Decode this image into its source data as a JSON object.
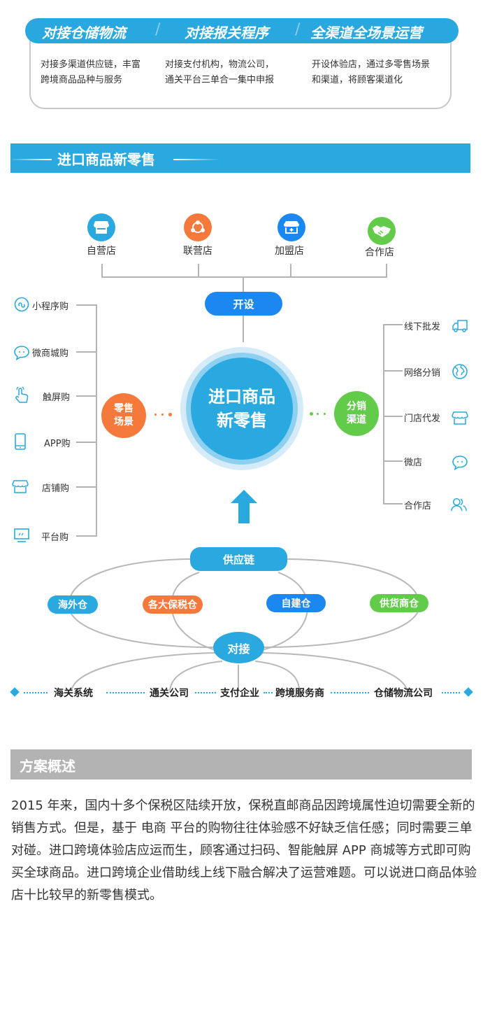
{
  "top_section": {
    "banner": [
      "对接仓储物流",
      "对接报关程序",
      "全渠道全场景运营"
    ],
    "separator": "/",
    "descriptions": [
      [
        "对接多渠道供应链，丰富",
        "跨境商品品种与服务"
      ],
      [
        "对接支付机构，物流公司，",
        "通关平台三单合一集中申报"
      ],
      [
        "开设体验店，通过多零售场景",
        "和渠道，将顾客渠道化"
      ]
    ]
  },
  "section_header": {
    "title": "进口商品新零售"
  },
  "diagram": {
    "center": {
      "line1": "进口商品",
      "line2": "新零售"
    },
    "open_label": "开设",
    "stores": [
      {
        "label": "自营店",
        "icon": "shop-icon",
        "color": "#29a9e0"
      },
      {
        "label": "联营店",
        "icon": "share-icon",
        "color": "#f4793b"
      },
      {
        "label": "加盟店",
        "icon": "franchise-shop-icon",
        "color": "#1b87f0"
      },
      {
        "label": "合作店",
        "icon": "handshake-icon",
        "color": "#62cb4a"
      }
    ],
    "retail_scene": {
      "line1": "零售",
      "line2": "场景",
      "color": "#f4793b"
    },
    "retail_items": [
      {
        "label": "小程序购",
        "icon": "mini-program-icon"
      },
      {
        "label": "微商城购",
        "icon": "chat-bubble-icon"
      },
      {
        "label": "触屏购",
        "icon": "touch-hand-icon"
      },
      {
        "label": "APP购",
        "icon": "phone-icon"
      },
      {
        "label": "店铺购",
        "icon": "storefront-icon"
      },
      {
        "label": "平台购",
        "icon": "monitor-icon"
      }
    ],
    "distribution": {
      "line1": "分销",
      "line2": "渠道",
      "color": "#62cb4a"
    },
    "distribution_items": [
      {
        "label": "线下批发",
        "icon": "truck-icon"
      },
      {
        "label": "网络分销",
        "icon": "globe-icon"
      },
      {
        "label": "门店代发",
        "icon": "storefront-icon"
      },
      {
        "label": "微店",
        "icon": "chat-bubble-icon"
      },
      {
        "label": "合作店",
        "icon": "users-icon"
      }
    ],
    "supply_chain": {
      "label": "供应链",
      "warehouses": [
        {
          "label": "海外仓",
          "color": "#29a9e0"
        },
        {
          "label": "各大保税仓",
          "color": "#f4793b"
        },
        {
          "label": "自建仓",
          "color": "#1b87f0"
        },
        {
          "label": "供货商仓",
          "color": "#62cb4a"
        }
      ]
    },
    "connect": {
      "label": "对接",
      "partners": [
        "海关系统",
        "通关公司",
        "支付企业",
        "跨境服务商",
        "仓储物流公司"
      ]
    }
  },
  "overview": {
    "title": "方案概述",
    "text": "2015 年来，国内十多个保税区陆续开放，保税直邮商品因跨境属性迫切需要全新的销售方式。但是，基于 电商 平台的购物往往体验感不好缺乏信任感；同时需要三单对碰。进口跨境体验店应运而生，顾客通过扫码、智能触屏 APP 商城等方式即可购买全球商品。进口跨境企业借助线上线下融合解决了运营难题。可以说进口商品体验店十比较早的新零售模式。"
  },
  "colors": {
    "primary": "#29a9e0",
    "orange": "#f4793b",
    "blue": "#1b87f0",
    "green": "#62cb4a",
    "gray_bar": "#b3b3b3"
  }
}
